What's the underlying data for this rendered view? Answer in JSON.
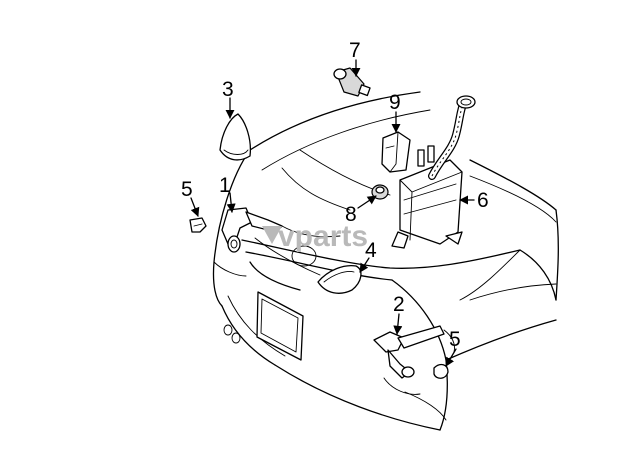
{
  "watermark": "vparts",
  "callouts": {
    "c1": "1",
    "c2": "2",
    "c3": "3",
    "c4": "4",
    "c5a": "5",
    "c5b": "5",
    "c6": "6",
    "c7": "7",
    "c8": "8",
    "c9": "9"
  }
}
